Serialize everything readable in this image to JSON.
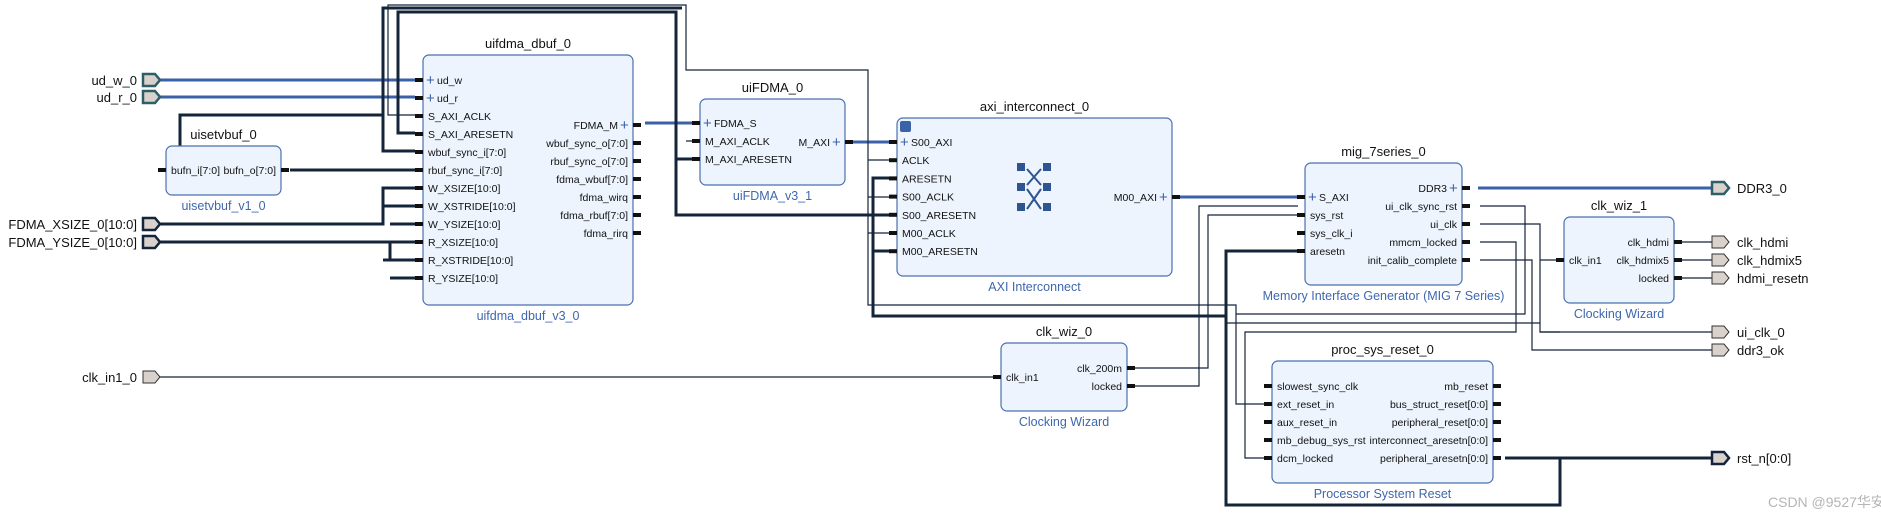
{
  "colors": {
    "block_fill": "#edf4fd",
    "block_border": "#4a70b0",
    "ip_label": "#3f67ad",
    "wire": "#14243a",
    "bus": "#3b62a8",
    "port_fill": "#d9d1cb"
  },
  "blocks": [
    {
      "id": "uifdma_dbuf_0",
      "name": "uifdma_dbuf_0",
      "ip": "uifdma_dbuf_v3_0",
      "left": [
        "ud_w",
        "ud_r",
        "S_AXI_ACLK",
        "S_AXI_ARESETN",
        "wbuf_sync_i[7:0]",
        "rbuf_sync_i[7:0]",
        "W_XSIZE[10:0]",
        "W_XSTRIDE[10:0]",
        "W_YSIZE[10:0]",
        "R_XSIZE[10:0]",
        "R_XSTRIDE[10:0]",
        "R_YSIZE[10:0]"
      ],
      "right": [
        "FDMA_M",
        "wbuf_sync_o[7:0]",
        "rbuf_sync_o[7:0]",
        "fdma_wbuf[7:0]",
        "fdma_wirq",
        "fdma_rbuf[7:0]",
        "fdma_rirq"
      ]
    },
    {
      "id": "uisetvbuf_0",
      "name": "uisetvbuf_0",
      "ip": "uisetvbuf_v1_0",
      "left": [
        "bufn_i[7:0]"
      ],
      "right": [
        "bufn_o[7:0]"
      ]
    },
    {
      "id": "uiFDMA_0",
      "name": "uiFDMA_0",
      "ip": "uiFDMA_v3_1",
      "left": [
        "FDMA_S",
        "M_AXI_ACLK",
        "M_AXI_ARESETN"
      ],
      "right": [
        "M_AXI"
      ]
    },
    {
      "id": "axi_interconnect_0",
      "name": "axi_interconnect_0",
      "ip": "AXI Interconnect",
      "left": [
        "S00_AXI",
        "ACLK",
        "ARESETN",
        "S00_ACLK",
        "S00_ARESETN",
        "M00_ACLK",
        "M00_ARESETN"
      ],
      "right": [
        "M00_AXI"
      ]
    },
    {
      "id": "mig_7series_0",
      "name": "mig_7series_0",
      "ip": "Memory Interface Generator (MIG 7 Series)",
      "left": [
        "S_AXI",
        "sys_rst",
        "sys_clk_i",
        "aresetn"
      ],
      "right": [
        "DDR3",
        "ui_clk_sync_rst",
        "ui_clk",
        "mmcm_locked",
        "init_calib_complete"
      ]
    },
    {
      "id": "clk_wiz_1",
      "name": "clk_wiz_1",
      "ip": "Clocking Wizard",
      "left": [
        "clk_in1"
      ],
      "right": [
        "clk_hdmi",
        "clk_hdmix5",
        "locked"
      ]
    },
    {
      "id": "clk_wiz_0",
      "name": "clk_wiz_0",
      "ip": "Clocking Wizard",
      "left": [
        "clk_in1"
      ],
      "right": [
        "clk_200m",
        "locked"
      ]
    },
    {
      "id": "proc_sys_reset_0",
      "name": "proc_sys_reset_0",
      "ip": "Processor System Reset",
      "left": [
        "slowest_sync_clk",
        "ext_reset_in",
        "aux_reset_in",
        "mb_debug_sys_rst",
        "dcm_locked"
      ],
      "right": [
        "mb_reset",
        "bus_struct_reset[0:0]",
        "peripheral_reset[0:0]",
        "interconnect_aresetn[0:0]",
        "peripheral_aresetn[0:0]"
      ]
    }
  ],
  "inputs": [
    "ud_w_0",
    "ud_r_0",
    "FDMA_XSIZE_0[10:0]",
    "FDMA_YSIZE_0[10:0]",
    "clk_in1_0"
  ],
  "outputs": [
    "DDR3_0",
    "clk_hdmi",
    "clk_hdmix5",
    "hdmi_resetn",
    "ui_clk_0",
    "ddr3_ok",
    "rst_n[0:0]"
  ],
  "watermark": "CSDN @9527华安"
}
